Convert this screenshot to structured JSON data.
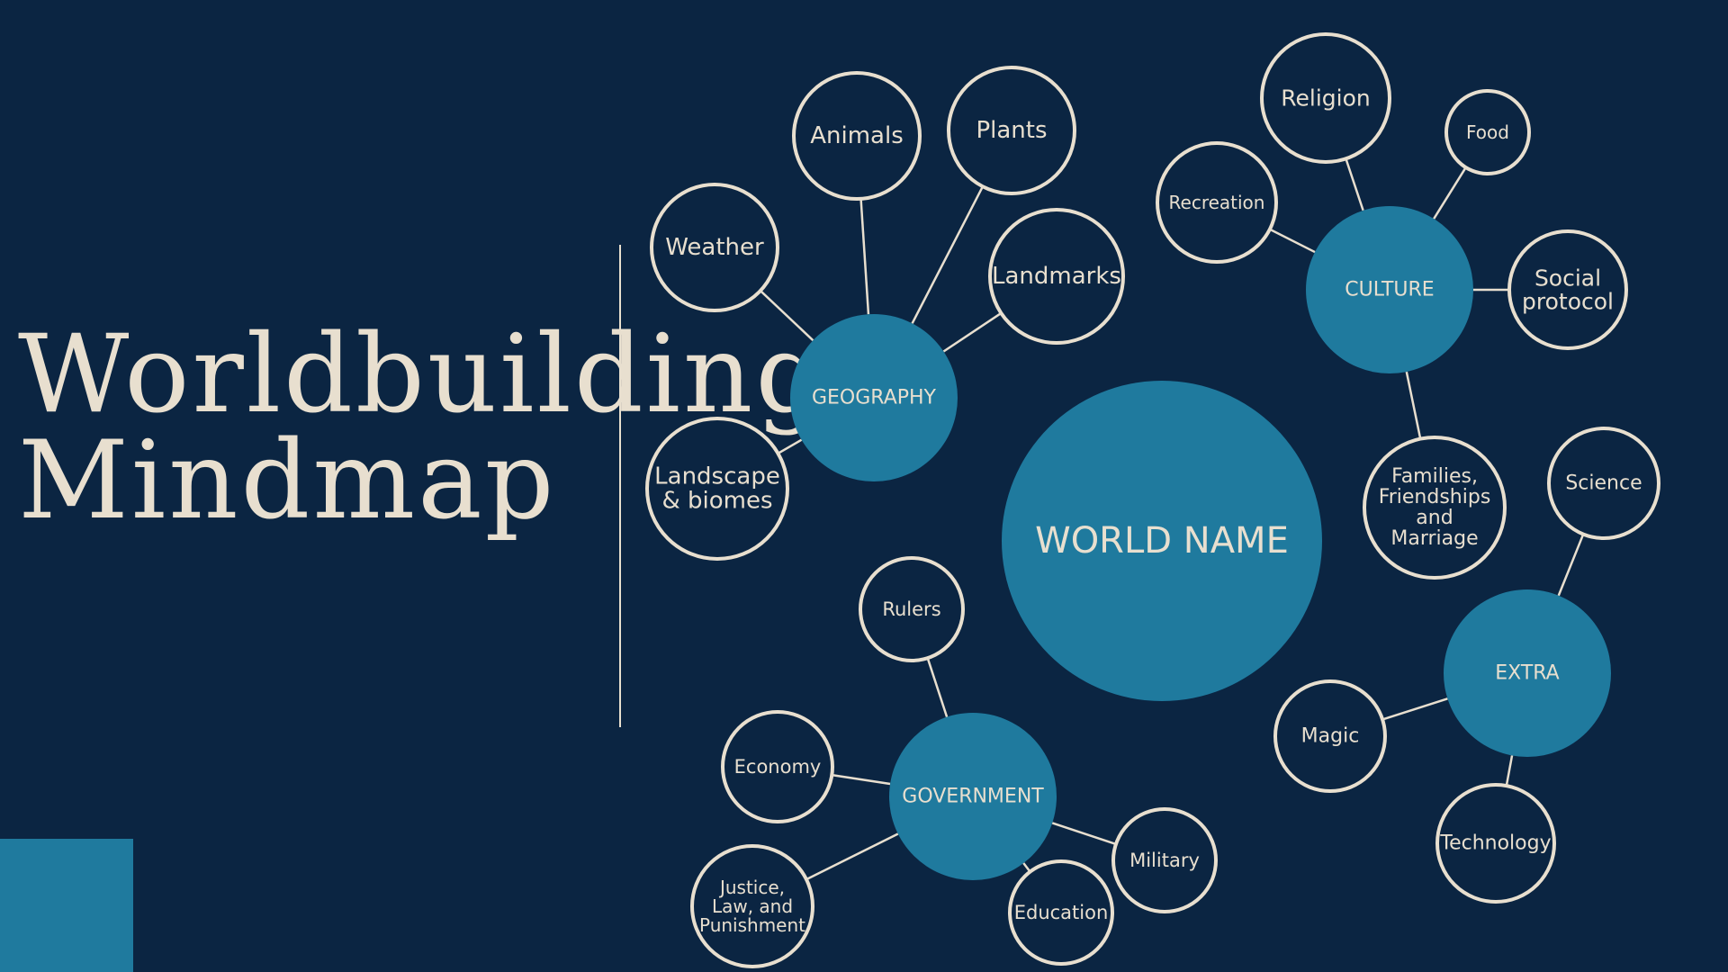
{
  "title": {
    "line1": "Worldbuilding",
    "line2": "Mindmap"
  },
  "colors": {
    "background": "#0b2542",
    "hub": "#1f7a9e",
    "ink": "#e8dfcf"
  },
  "center": {
    "label": "WORLD NAME"
  },
  "hubs": [
    {
      "id": "geography",
      "label": "GEOGRAPHY",
      "children": [
        {
          "id": "weather",
          "label": "Weather"
        },
        {
          "id": "animals",
          "label": "Animals"
        },
        {
          "id": "plants",
          "label": "Plants"
        },
        {
          "id": "landmarks",
          "label": "Landmarks"
        },
        {
          "id": "landscape",
          "label": "Landscape & biomes"
        }
      ]
    },
    {
      "id": "culture",
      "label": "CULTURE",
      "children": [
        {
          "id": "religion",
          "label": "Religion"
        },
        {
          "id": "food",
          "label": "Food"
        },
        {
          "id": "recreation",
          "label": "Recreation"
        },
        {
          "id": "social",
          "label": "Social protocol"
        },
        {
          "id": "families",
          "label": "Families, Friendships and Marriage"
        }
      ]
    },
    {
      "id": "government",
      "label": "GOVERNMENT",
      "children": [
        {
          "id": "rulers",
          "label": "Rulers"
        },
        {
          "id": "economy",
          "label": "Economy"
        },
        {
          "id": "justice",
          "label": "Justice, Law, and Punishment"
        },
        {
          "id": "military",
          "label": "Military"
        },
        {
          "id": "education",
          "label": "Education"
        }
      ]
    },
    {
      "id": "extra",
      "label": "EXTRA",
      "children": [
        {
          "id": "science",
          "label": "Science"
        },
        {
          "id": "magic",
          "label": "Magic"
        },
        {
          "id": "technology",
          "label": "Technology"
        }
      ]
    }
  ]
}
